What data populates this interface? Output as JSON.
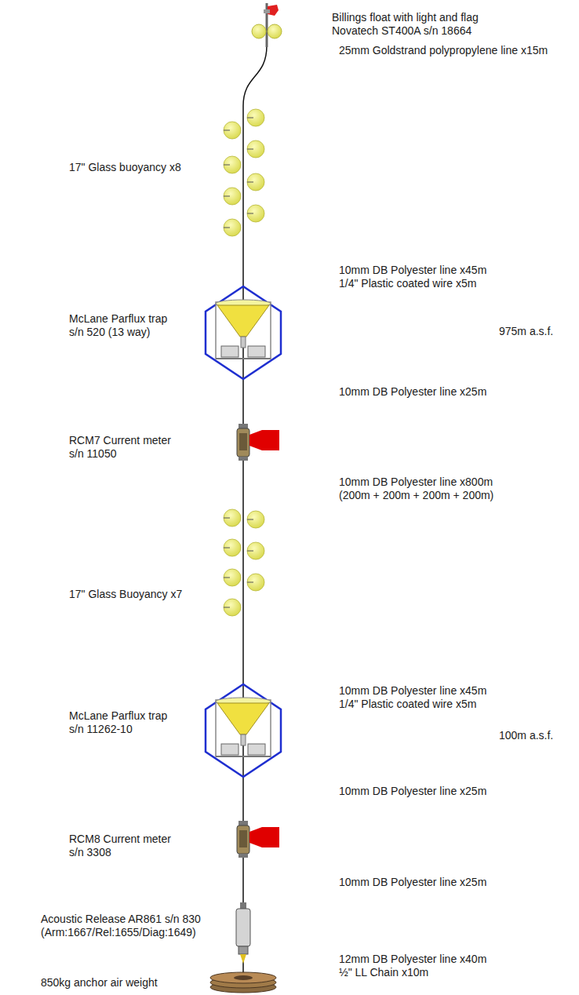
{
  "diagram": {
    "labels": [
      "Billings float with light and flag",
      "Novatech ST400A s/n 18664",
      "25mm Goldstrand polypropylene line x15m",
      "17\" Glass buoyancy x8",
      "10mm DB Polyester line x45m",
      "1/4\" Plastic coated wire x5m",
      "McLane Parflux trap",
      "s/n 520 (13 way)",
      "975m a.s.f.",
      "10mm DB Polyester line x25m",
      "RCM7 Current meter",
      "s/n 11050",
      "10mm DB Polyester line x800m",
      "(200m + 200m + 200m + 200m)",
      "17\" Glass Buoyancy x7",
      "10mm DB Polyester line x45m",
      "1/4\" Plastic coated wire x5m",
      "McLane Parflux trap",
      "s/n 11262-10",
      "100m a.s.f.",
      "10mm DB Polyester line x25m",
      "RCM8 Current meter",
      "s/n 3308",
      "10mm DB Polyester line x25m",
      "Acoustic Release AR861 s/n 830",
      "(Arm:1667/Rel:1655/Diag:1649)",
      "12mm DB Polyester line x40m",
      "½\" LL Chain x10m",
      "850kg anchor air weight"
    ]
  }
}
